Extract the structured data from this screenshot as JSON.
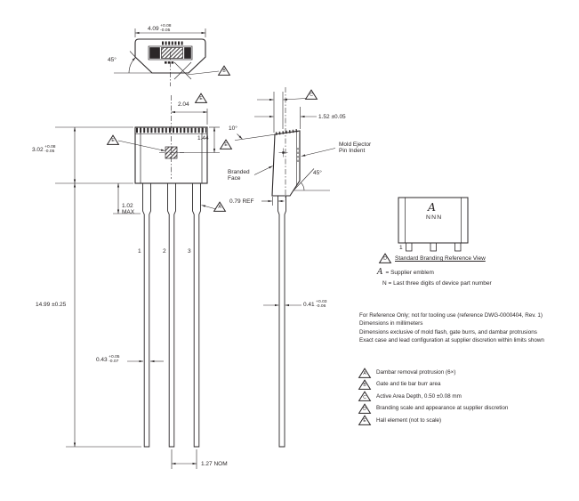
{
  "colors": {
    "line": "#2b2728",
    "background": "#ffffff"
  },
  "top_view": {
    "dim_width": {
      "value": "4.09",
      "plus": "+0.08",
      "minus": "-0.05"
    },
    "chamfer_angle": "45°",
    "flag_gate": "B"
  },
  "front_view": {
    "dim_center_to_edge": "2.04",
    "dim_hall_center": "1.44",
    "dim_height": {
      "value": "3.02",
      "plus": "+0.08",
      "minus": "-0.05"
    },
    "dim_shoulder_value": "1.02",
    "dim_shoulder_qual": "MAX",
    "dim_lead_length": "14.99 ±0.25",
    "dim_lead_width": {
      "value": "0.43",
      "plus": "+0.05",
      "minus": "-0.07"
    },
    "dim_lead_pitch": "1.27 NOM",
    "pins": [
      "1",
      "2",
      "3"
    ],
    "flag_hall_top": "E",
    "flag_hall_pointer": "E",
    "flag_hall_side": "E",
    "flag_dambar": "A"
  },
  "side_view": {
    "dim_thickness": "1.52 ±0.05",
    "draft_angle": "10°",
    "chamfer_angle": "45°",
    "mold_ejector_line1": "Mold Ejector",
    "mold_ejector_line2": "Pin Indent",
    "branded_line1": "Branded",
    "branded_line2": "Face",
    "dim_standoff": "0.79 REF",
    "dim_lead_thickness": {
      "value": "0.41",
      "plus": "+0.03",
      "minus": "-0.06"
    },
    "flag_active_area": "C"
  },
  "branding_view": {
    "emblem": "A",
    "code": "NNN",
    "pin1": "1",
    "flag": "D",
    "caption": "Standard Branding Reference View",
    "legend_emblem_prefix": "A",
    "legend_emblem": "= Supplier emblem",
    "legend_part_number": "N = Last three digits of device part number"
  },
  "reference_notes": [
    "For Reference Only; not for tooling use (reference DWG-0000404, Rev. 1)",
    "Dimensions in millimeters",
    "Dimensions exclusive of mold flash, gate burrs, and dambar protrusions",
    "Exact case and lead configuration at supplier discretion within limits shown"
  ],
  "flag_notes": [
    {
      "flag": "A",
      "text": "Dambar removal protrusion (6×)"
    },
    {
      "flag": "B",
      "text": "Gate and tie bar burr area"
    },
    {
      "flag": "C",
      "text": "Active Area Depth, 0.50 ±0.08 mm"
    },
    {
      "flag": "D",
      "text": "Branding scale and appearance at supplier discretion"
    },
    {
      "flag": "E",
      "text": "Hall element (not to scale)"
    }
  ]
}
